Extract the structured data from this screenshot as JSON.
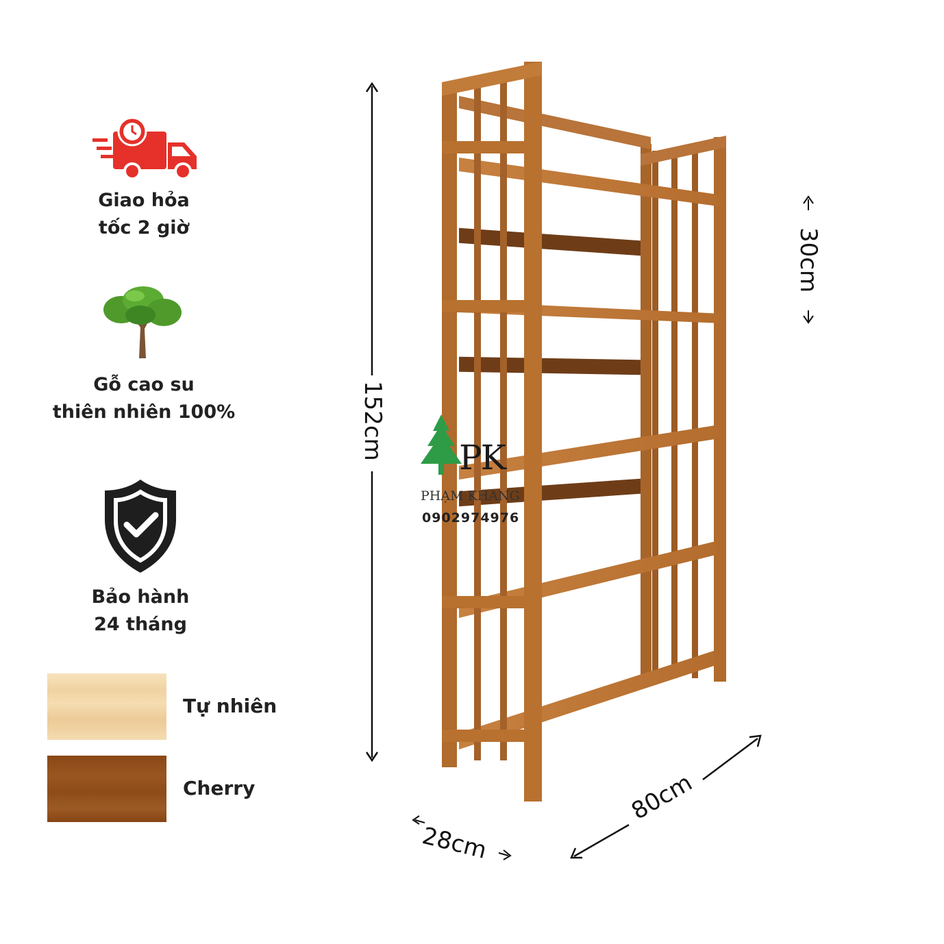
{
  "features": [
    {
      "icon": "delivery-truck-icon",
      "label": "Giao hỏa\n tốc 2 giờ"
    },
    {
      "icon": "tree-icon",
      "label": "Gỗ cao su\nthiên nhiên 100%"
    },
    {
      "icon": "shield-check-icon",
      "label": "Bảo hành\n24 tháng"
    }
  ],
  "swatches": [
    {
      "name": "Tự nhiên",
      "color": "#f3d9ae"
    },
    {
      "name": "Cherry",
      "color": "#93501c"
    }
  ],
  "dimensions": {
    "height": "152cm",
    "shelf_gap": "30cm",
    "depth": "28cm",
    "width": "80cm"
  },
  "brand": {
    "logo": "PK",
    "name": "PHẠM KHANG",
    "phone": "0902974976"
  },
  "colors": {
    "accent_red": "#e5312a",
    "wood": "#b5702f",
    "wood_dark": "#8a4f1d",
    "brand_green": "#2e9b47"
  }
}
